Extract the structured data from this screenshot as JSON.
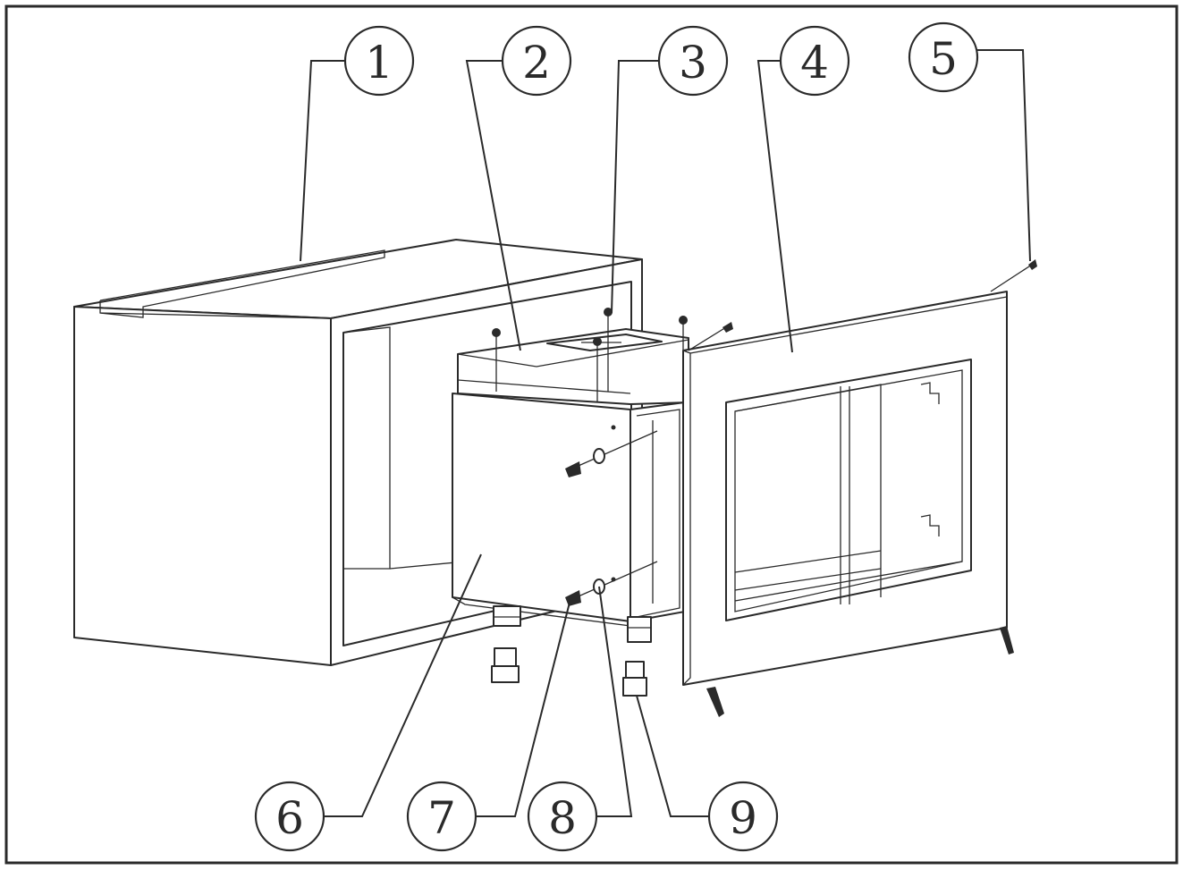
{
  "callouts": [
    "1",
    "2",
    "3",
    "4",
    "5",
    "6",
    "7",
    "8",
    "9"
  ],
  "colors": {
    "line": "#2a2a2a",
    "background": "#ffffff"
  }
}
